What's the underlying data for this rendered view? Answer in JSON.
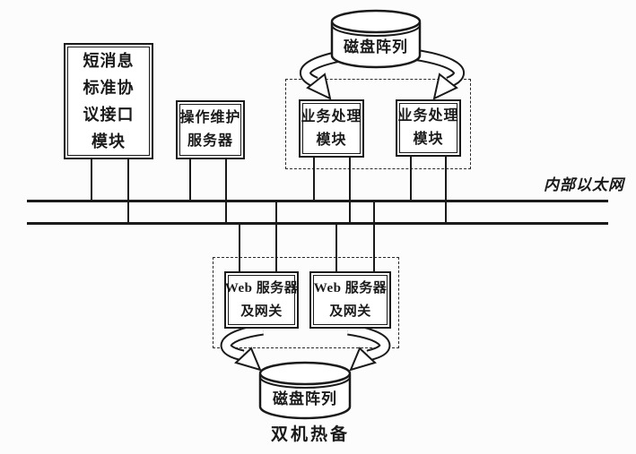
{
  "diagram": {
    "title_hint": "SMS platform architecture diagram",
    "colors": {
      "ink": "#1a1a1a",
      "paper": "#fcfcfc"
    },
    "nodes": {
      "sms_protocol_module": {
        "lines": [
          "短消息",
          "标准协",
          "议接口",
          "模块"
        ]
      },
      "om_server": {
        "lines": [
          "操作维护",
          "服务器"
        ]
      },
      "bp_module_1": {
        "lines": [
          "业务处理",
          "模块"
        ]
      },
      "bp_module_2": {
        "lines": [
          "业务处理",
          "模块"
        ]
      },
      "web_gateway_1": {
        "lines": [
          "Web 服务器",
          "及网关"
        ]
      },
      "web_gateway_2": {
        "lines": [
          "Web 服务器",
          "及网关"
        ]
      },
      "disk_array_top": {
        "label": "磁盘阵列"
      },
      "disk_array_bottom": {
        "label": "磁盘阵列"
      }
    },
    "labels": {
      "ethernet_bus": "内部以太网",
      "hot_standby": "双机热备"
    }
  }
}
